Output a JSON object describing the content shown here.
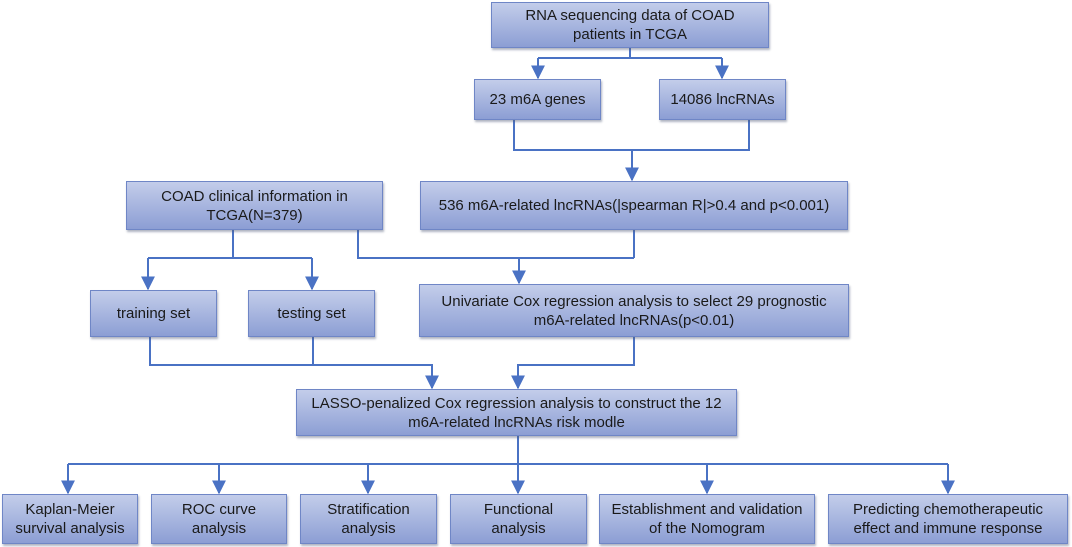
{
  "nodes": {
    "rna_seq": "RNA sequencing data of COAD\npatients in TCGA",
    "m6a_genes": "23 m6A genes",
    "lncrnas": "14086 lncRNAs",
    "clinical": "COAD clinical information in\nTCGA(N=379)",
    "related_lncrnas": "536 m6A-related lncRNAs(|spearman R|>0.4 and p<0.001)",
    "training": "training set",
    "testing": "testing set",
    "univariate": "Univariate Cox regression analysis to select 29 prognostic\nm6A-related lncRNAs(p<0.01)",
    "lasso": "LASSO-penalized Cox regression analysis to construct the 12\nm6A-related lncRNAs risk modle",
    "km": "Kaplan-Meier\nsurvival analysis",
    "roc": "ROC curve\nanalysis",
    "strat": "Stratification\nanalysis",
    "functional": "Functional\nanalysis",
    "nomogram": "Establishment and validation\nof the Nomogram",
    "chemo": "Predicting chemotherapeutic\neffect and immune response"
  },
  "colors": {
    "line": "#4a72c4",
    "box_top": "#c3cdea",
    "box_bottom": "#8c9ed4"
  }
}
